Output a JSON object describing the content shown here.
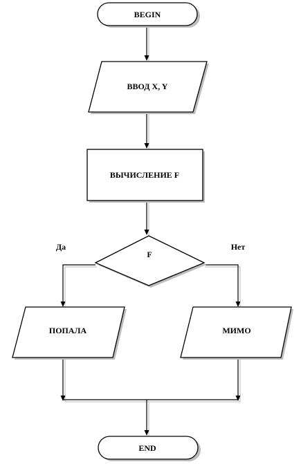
{
  "nodes": {
    "begin": {
      "label": "BEGIN",
      "shape": "terminator"
    },
    "input": {
      "label": "ВВОД X, Y",
      "shape": "parallelogram"
    },
    "compute": {
      "label": "ВЫЧИСЛЕНИЕ F",
      "shape": "rectangle"
    },
    "decision": {
      "label": "F",
      "shape": "diamond"
    },
    "hit": {
      "label": "ПОПАЛА",
      "shape": "parallelogram"
    },
    "miss": {
      "label": "МИМО",
      "shape": "parallelogram"
    },
    "end": {
      "label": "END",
      "shape": "terminator"
    }
  },
  "branches": {
    "yes": "Да",
    "no": "Нет"
  },
  "edges": [
    {
      "from": "begin",
      "to": "input"
    },
    {
      "from": "input",
      "to": "compute"
    },
    {
      "from": "compute",
      "to": "decision"
    },
    {
      "from": "decision",
      "to": "hit",
      "label_key": "yes"
    },
    {
      "from": "decision",
      "to": "miss",
      "label_key": "no"
    },
    {
      "from": "hit",
      "to": "end"
    },
    {
      "from": "miss",
      "to": "end"
    }
  ],
  "colors": {
    "stroke": "#000000",
    "fill": "#ffffff",
    "shadow": "#bdbdbd"
  }
}
